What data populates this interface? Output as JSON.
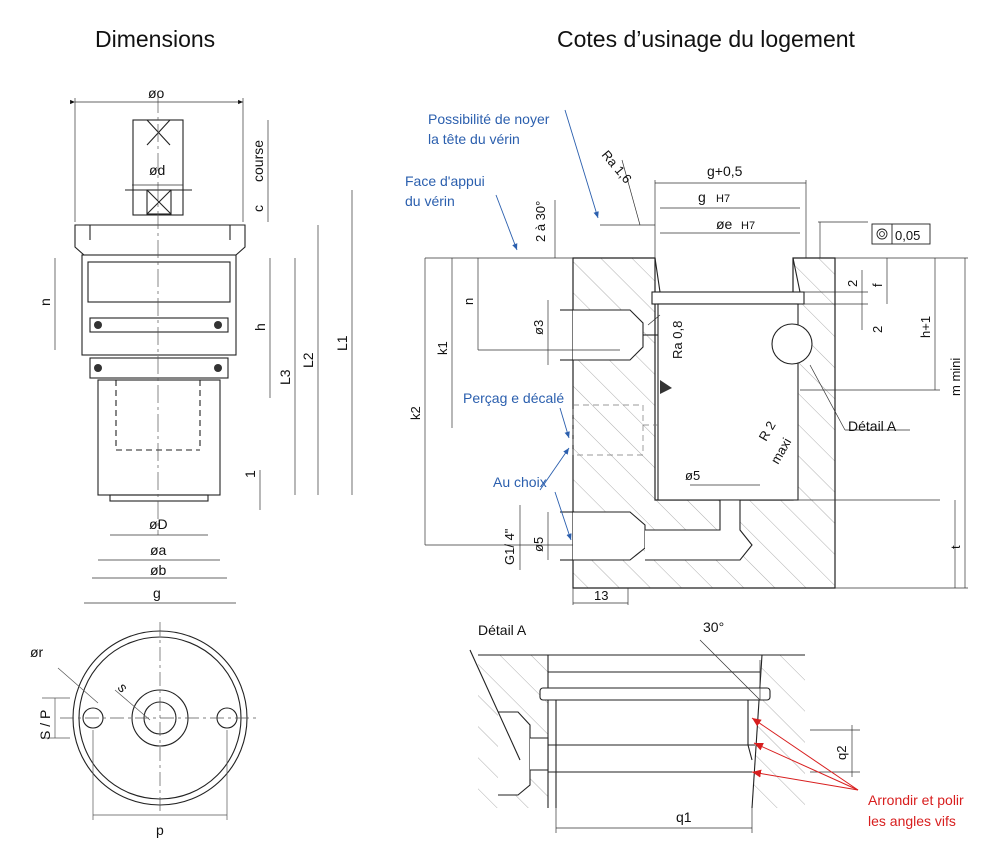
{
  "titles": {
    "left": "Dimensions",
    "right": "Cotes d’usinage du logement"
  },
  "left_dims": {
    "o": "øo",
    "d": "ød",
    "course": "course",
    "c": "c",
    "n": "n",
    "h": "h",
    "L3": "L3",
    "L2": "L2",
    "L1": "L1",
    "one": "1",
    "D": "øD",
    "a": "øa",
    "b": "øb",
    "g": "g",
    "r": "ør",
    "s": "s",
    "SP": "S / P",
    "p": "p"
  },
  "right_dims": {
    "g05": "g+0,5",
    "g": "g",
    "gTol": "H7",
    "e": "øe",
    "eTol": "H7",
    "ra16": "Ra 1,6",
    "angle": "2 à 30°",
    "tol": "0,05",
    "two1": "2",
    "f": "f",
    "two2": "2",
    "h1": "h+1",
    "mmini": "m mini",
    "n": "n",
    "o3": "ø3",
    "ra08": "Ra 0,8",
    "k1": "k1",
    "k2": "k2",
    "R2": "R 2",
    "maxi": "maxi",
    "detailA_ref": "Détail A",
    "o5a": "ø5",
    "o5b": "ø5",
    "G14": "G1/ 4\"",
    "t": "t",
    "thirteen": "13"
  },
  "notes": {
    "noyer1": "Possibilité de noyer",
    "noyer2": "la tête du vérin",
    "appui1": "Face d'appui",
    "appui2": "du vérin",
    "percage": "Perçag e décalé",
    "choix": "Au choix"
  },
  "detail": {
    "title": "Détail A",
    "angle": "30°",
    "q2": "q2",
    "q1": "q1",
    "note1": "Arrondir et polir",
    "note2": "les angles vifs"
  },
  "colors": {
    "line": "#222222",
    "blue": "#2b5fae",
    "red": "#d81e1e"
  }
}
